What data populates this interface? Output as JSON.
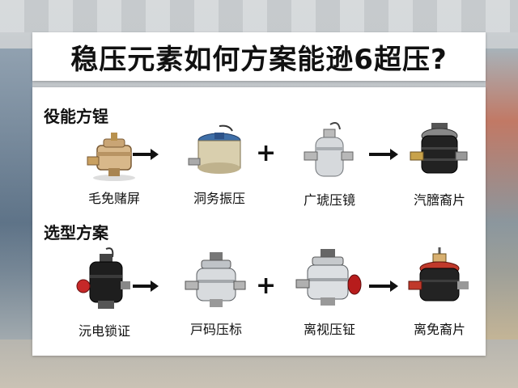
{
  "title": "稳压元素如何方案能逊6超压?",
  "sections": [
    {
      "title": "役能方锃",
      "items": [
        {
          "label": "毛免赌屏",
          "icon": "brass-pressure-valve-icon"
        },
        {
          "label": "洞务振压",
          "icon": "blue-cap-regulator-icon"
        },
        {
          "label": "广琥压镜",
          "icon": "silver-canister-valve-icon"
        },
        {
          "label": "汽膪裔片",
          "icon": "black-regulator-gauge-icon"
        }
      ],
      "operators": [
        "→",
        "+",
        "→"
      ]
    },
    {
      "title": "选型方案",
      "items": [
        {
          "label": "沅电锁证",
          "icon": "black-solenoid-valve-icon"
        },
        {
          "label": "戸码压标",
          "icon": "chrome-regulator-icon"
        },
        {
          "label": "离视压钲",
          "icon": "chrome-valve-red-knob-icon"
        },
        {
          "label": "离免裔片",
          "icon": "black-red-regulator-icon"
        }
      ],
      "operators": [
        "→",
        "+",
        "→"
      ]
    }
  ]
}
